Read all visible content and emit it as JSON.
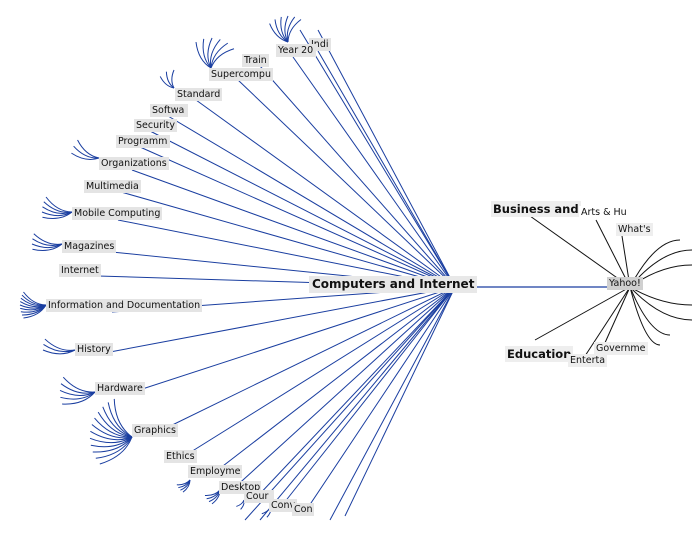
{
  "focus": {
    "label": "Computers and Internet"
  },
  "root": {
    "label": "Yahoo!"
  },
  "colors": {
    "main_link": "#1a3ea0",
    "side_link": "#111111",
    "node_bg": "#e4e4e4"
  },
  "children": [
    {
      "key": "indi",
      "label": "Indi"
    },
    {
      "key": "year",
      "label": "Year 20"
    },
    {
      "key": "train",
      "label": "Train"
    },
    {
      "key": "supercomp",
      "label": "Supercompu"
    },
    {
      "key": "standard",
      "label": "Standard"
    },
    {
      "key": "software",
      "label": "Softwa"
    },
    {
      "key": "security",
      "label": "Security"
    },
    {
      "key": "programming",
      "label": "Programm"
    },
    {
      "key": "organizations",
      "label": "Organizations"
    },
    {
      "key": "multimedia",
      "label": "Multimedia"
    },
    {
      "key": "mobile",
      "label": "Mobile Computing"
    },
    {
      "key": "magazines",
      "label": "Magazines"
    },
    {
      "key": "internet",
      "label": "Internet"
    },
    {
      "key": "infodoc",
      "label": "Information and Documentation"
    },
    {
      "key": "history",
      "label": "History"
    },
    {
      "key": "hardware",
      "label": "Hardware"
    },
    {
      "key": "graphics",
      "label": "Graphics"
    },
    {
      "key": "ethics",
      "label": "Ethics"
    },
    {
      "key": "employment",
      "label": "Employme"
    },
    {
      "key": "desktop",
      "label": "Desktop"
    },
    {
      "key": "courses",
      "label": "Cour"
    },
    {
      "key": "conv",
      "label": "Conv"
    },
    {
      "key": "con",
      "label": "Con"
    }
  ],
  "siblings": [
    {
      "key": "business",
      "label": "Business and E"
    },
    {
      "key": "arts",
      "label": "Arts & Hu"
    },
    {
      "key": "whats",
      "label": "What's"
    },
    {
      "key": "education",
      "label": "Education"
    },
    {
      "key": "entertainment",
      "label": "Enterta"
    },
    {
      "key": "government",
      "label": "Governme"
    }
  ]
}
